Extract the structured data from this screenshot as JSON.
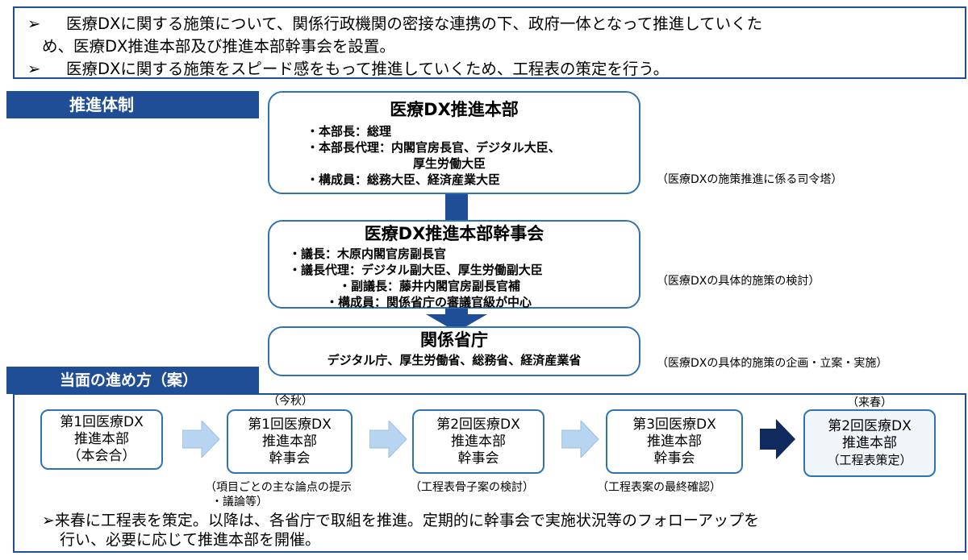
{
  "intro": {
    "bullet": "➢",
    "lines": [
      "医療DXに関する施策について、関係行政機関の密接な連携の下、政府一体となって推進していくた",
      "め、医療DX推進本部及び推進本部幹事会を設置。",
      "医療DXに関する施策をスピード感をもって推進していくため、工程表の策定を行う。"
    ]
  },
  "structure": {
    "header": "推進体制",
    "headquarters": {
      "title": "医療DX推進本部",
      "items": [
        "・本部長：総理",
        "・本部長代理：内閣官房長官、デジタル大臣、",
        "厚生労働大臣",
        "・構成員：総務大臣、経済産業大臣"
      ],
      "note": "（医療DXの施策推進に係る司令塔）"
    },
    "secretariat": {
      "title": "医療DX推進本部幹事会",
      "items": [
        "・議長：木原内閣官房副長官",
        "・議長代理：デジタル副大臣、厚生労働副大臣",
        "・副議長：藤井内閣官房副長官補",
        "・構成員：関係省庁の審議官級が中心"
      ],
      "note": "（医療DXの具体的施策の検討）"
    },
    "ministries": {
      "title": "関係省庁",
      "items": [
        "デジタル庁、厚生労働省、総務省、経済産業省"
      ],
      "note": "（医療DXの具体的施策の企画・立案・実施）"
    }
  },
  "plan": {
    "header": "当面の進め方（案）",
    "season_autumn": "（今秋）",
    "season_spring": "（来春）",
    "steps": [
      {
        "lines": [
          "第1回医療DX",
          "推進本部",
          "（本会合）"
        ],
        "note": ""
      },
      {
        "lines": [
          "第1回医療DX",
          "推進本部",
          "幹事会"
        ],
        "note": "（項目ごとの主な論点の提示",
        "note2": "・議論等）"
      },
      {
        "lines": [
          "第2回医療DX",
          "推進本部",
          "幹事会"
        ],
        "note": "（工程表骨子案の検討）"
      },
      {
        "lines": [
          "第3回医療DX",
          "推進本部",
          "幹事会"
        ],
        "note": "（工程表案の最終確認）"
      },
      {
        "lines": [
          "第2回医療DX",
          "推進本部",
          "（工程表策定）"
        ],
        "note": ""
      }
    ],
    "summary": [
      "➢来春に工程表を策定。以降は、各省庁で取組を推進。定期的に幹事会で実施状況等のフォローアップを",
      "行い、必要に応じて推進本部を開催。"
    ]
  },
  "colors": {
    "header_blue": "#1f4e96",
    "box_border": "#2e74b5",
    "connector_blue": "#1f4e96",
    "light_arrow": "#b7d5f0",
    "dark_arrow": "#0f2a5e"
  }
}
